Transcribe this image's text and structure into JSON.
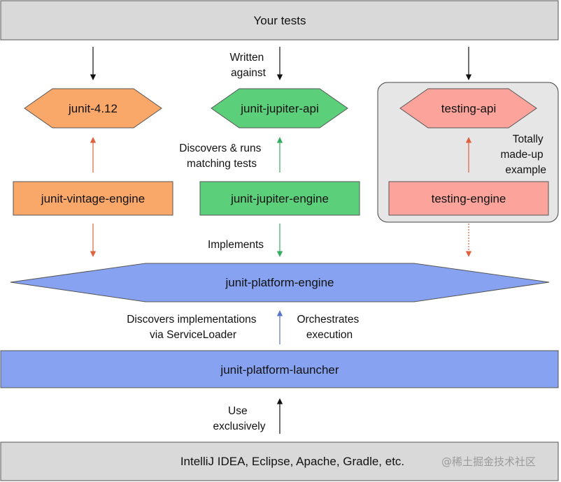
{
  "top_bar": {
    "label": "Your tests",
    "color": "#d9d9d9"
  },
  "apis": {
    "junit4": {
      "label": "junit-4.12",
      "color": "#f9a86a"
    },
    "jupiter_api": {
      "label": "junit-jupiter-api",
      "color": "#5ccf7b"
    },
    "testing_api": {
      "label": "testing-api",
      "color": "#fca49b"
    }
  },
  "engines": {
    "vintage": {
      "label": "junit-vintage-engine",
      "color": "#f9a86a"
    },
    "jupiter": {
      "label": "junit-jupiter-engine",
      "color": "#5ccf7b"
    },
    "testing": {
      "label": "testing-engine",
      "color": "#fca49b"
    }
  },
  "made_up_group": {
    "color": "#e6e6e6",
    "note_lines": [
      "Totally",
      "made-up",
      "example"
    ]
  },
  "platform_engine": {
    "label": "junit-platform-engine",
    "color": "#87a2f0"
  },
  "launcher": {
    "label": "junit-platform-launcher",
    "color": "#87a2f0"
  },
  "bottom_bar": {
    "label": "IntelliJ IDEA, Eclipse, Apache, Gradle, etc.",
    "color": "#d9d9d9"
  },
  "annotations": {
    "written_against": [
      "Written",
      "against"
    ],
    "discovers_runs": [
      "Discovers & runs",
      "matching tests"
    ],
    "implements": "Implements",
    "discovers_impl": [
      "Discovers implementations",
      "via ServiceLoader"
    ],
    "orchestrates": [
      "Orchestrates",
      "execution"
    ],
    "use_exclusively": [
      "Use",
      "exclusively"
    ]
  },
  "watermark": "@稀土掘金技术社区",
  "arrow_colors": {
    "black": "#111111",
    "orange": "#e0613d",
    "green": "#2fae5c",
    "blue": "#5a76c8"
  }
}
